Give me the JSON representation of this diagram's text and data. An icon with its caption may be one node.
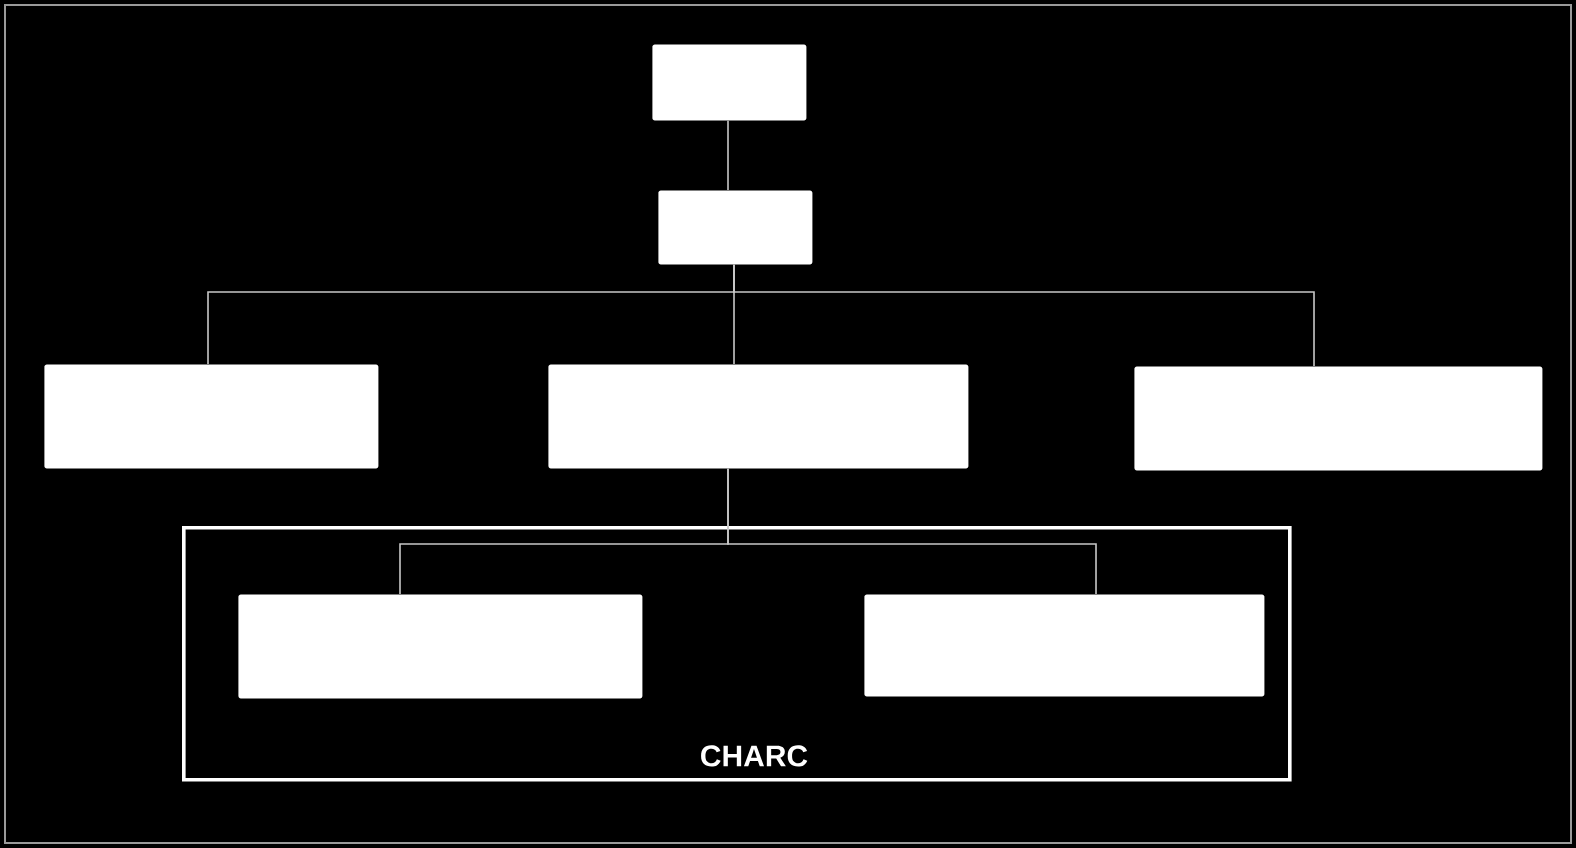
{
  "diagram": {
    "nodes": [
      {
        "text": [],
        "shape": "box"
      },
      {
        "text": [],
        "shape": "box"
      },
      {
        "text": [],
        "shape": "box"
      },
      {
        "text": [],
        "shape": "box"
      },
      {
        "text": [],
        "shape": "box"
      },
      {
        "text": [
          "CHARC"
        ]
      },
      {
        "text": [],
        "shape": "box",
        "in": 5
      },
      {
        "text": [],
        "shape": "box",
        "in": 5
      }
    ],
    "edges": [
      {
        "from": 0,
        "to": 1,
        "arrow": "none"
      },
      {
        "from": 1,
        "to": 2,
        "arrow": "none"
      },
      {
        "from": 1,
        "to": 3,
        "arrow": "none"
      },
      {
        "from": 1,
        "to": 4,
        "arrow": "none"
      },
      {
        "from": 3,
        "to": 6,
        "arrow": "none"
      },
      {
        "from": 3,
        "to": 7,
        "arrow": "none"
      }
    ]
  }
}
